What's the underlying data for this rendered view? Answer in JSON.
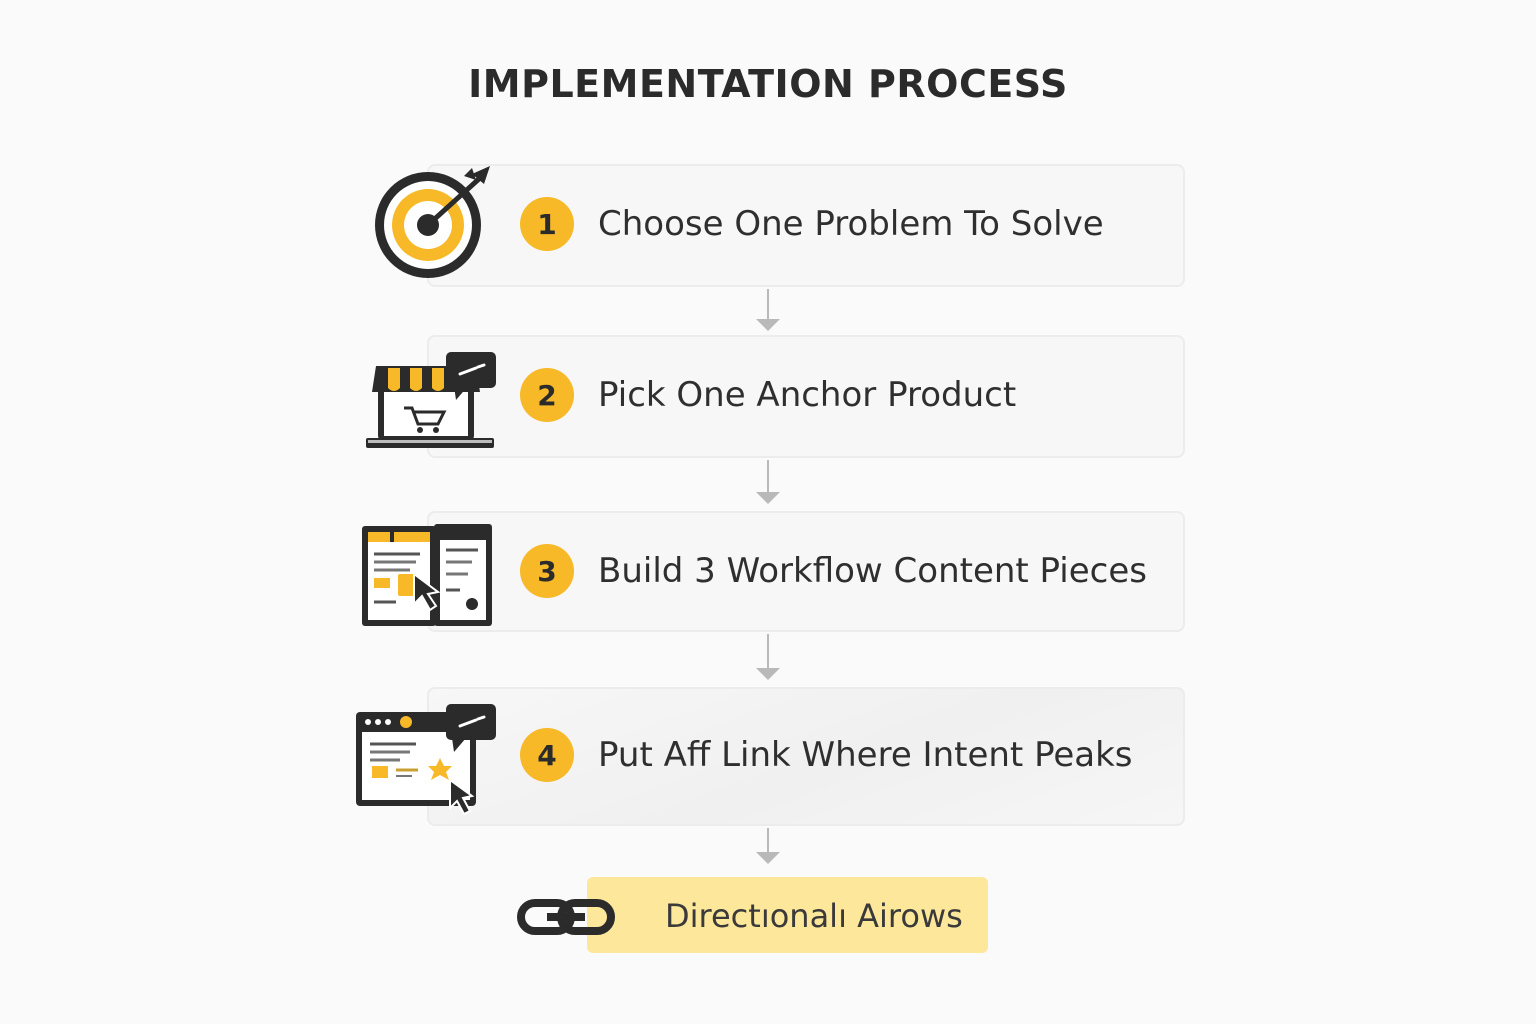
{
  "title": "IMPLEMENTATION PROCESS",
  "colors": {
    "accent": "#f7b928",
    "dark": "#2b2b2b",
    "card_bg": "#f7f7f7",
    "footer_bg": "#fde79a",
    "arrow": "#b9b9b9"
  },
  "steps": [
    {
      "number": "1",
      "label": "Choose One Problem To Solve",
      "icon": "target-icon"
    },
    {
      "number": "2",
      "label": "Pick One Anchor Product",
      "icon": "storefront-laptop-icon"
    },
    {
      "number": "3",
      "label": "Build 3 Workflow Content Pieces",
      "icon": "content-pages-icon"
    },
    {
      "number": "4",
      "label": "Put Aff Link Where Intent Peaks",
      "icon": "browser-click-icon"
    }
  ],
  "footer": {
    "label": "Directıonalı Airows",
    "icon": "chain-link-icon"
  }
}
